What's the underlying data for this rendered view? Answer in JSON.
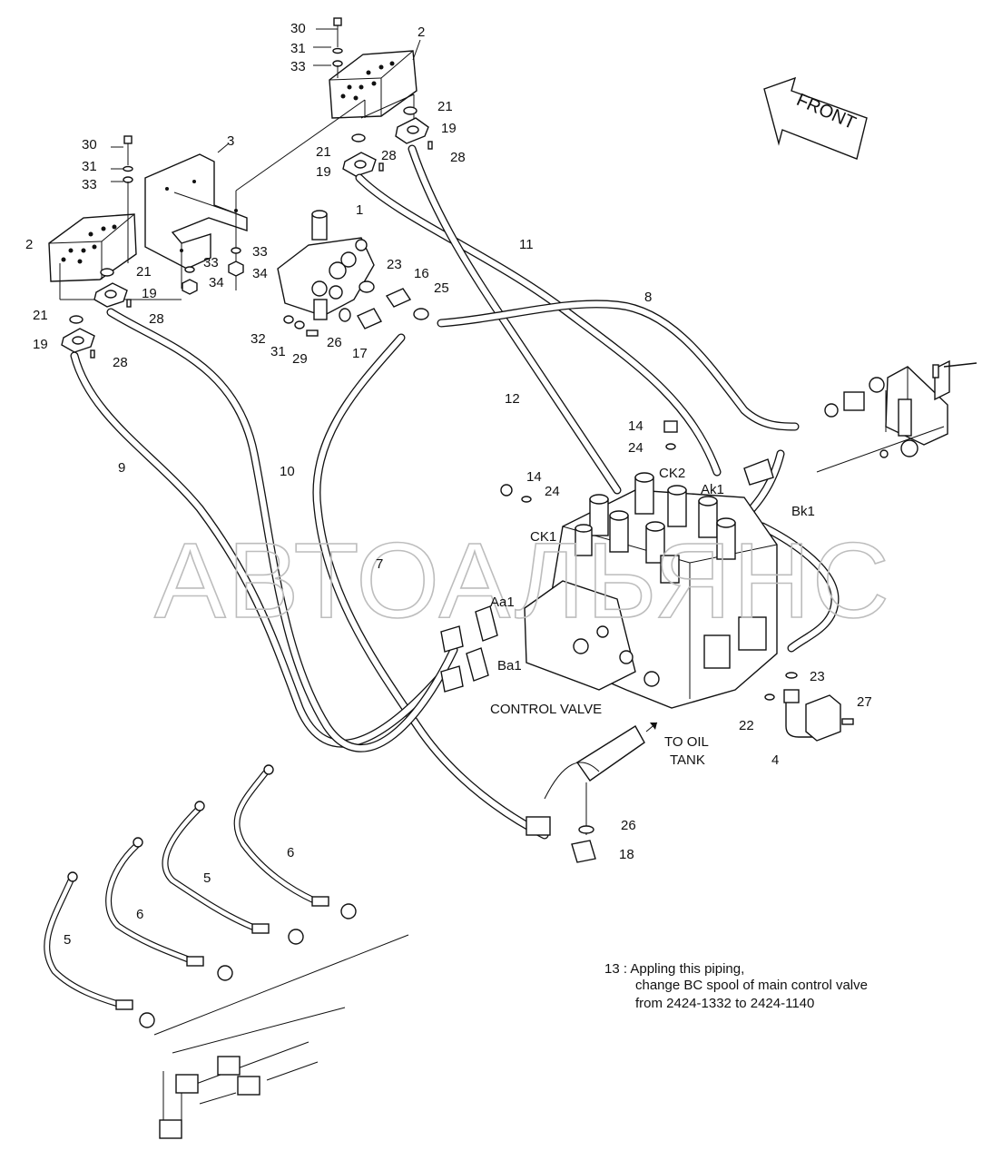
{
  "front_label": "FRONT",
  "watermark": "АВТОАЛЬЯНС",
  "labels": {
    "control_valve": "CONTROL VALVE",
    "to_oil_tank_line1": "TO OIL",
    "to_oil_tank_line2": "TANK"
  },
  "ports": {
    "ck1": "CK1",
    "ck2": "CK2",
    "ak1": "Ak1",
    "bk1": "Bk1",
    "aa1": "Aa1",
    "ba1": "Ba1"
  },
  "callouts": {
    "n30a": "30",
    "n31a": "31",
    "n33a": "33",
    "n2a": "2",
    "n21a": "21",
    "n19a": "19",
    "n21b": "21",
    "n28a": "28",
    "n19b": "19",
    "n28b": "28",
    "n30b": "30",
    "n31b": "31",
    "n33b": "33",
    "n3": "3",
    "n2b": "2",
    "n1": "1",
    "n33c": "33",
    "n34a": "34",
    "n33d": "33",
    "n34b": "34",
    "n21c": "21",
    "n19c": "19",
    "n28c": "28",
    "n21d": "21",
    "n19d": "19",
    "n28d": "28",
    "n23a": "23",
    "n16": "16",
    "n25": "25",
    "n26a": "26",
    "n17": "17",
    "n32": "32",
    "n31c": "31",
    "n29": "29",
    "n11": "11",
    "n8": "8",
    "n12": "12",
    "n9": "9",
    "n10": "10",
    "n7": "7",
    "n14a": "14",
    "n24a": "24",
    "n14b": "14",
    "n24b": "24",
    "n23b": "23",
    "n22": "22",
    "n27": "27",
    "n4": "4",
    "n26b": "26",
    "n18": "18",
    "n6a": "6",
    "n5a": "5",
    "n6b": "6",
    "n5b": "5"
  },
  "note": {
    "line1": "13 : Appling this piping,",
    "line2": "change BC spool of main control valve",
    "line3": "from 2424-1332 to 2424-1140"
  }
}
